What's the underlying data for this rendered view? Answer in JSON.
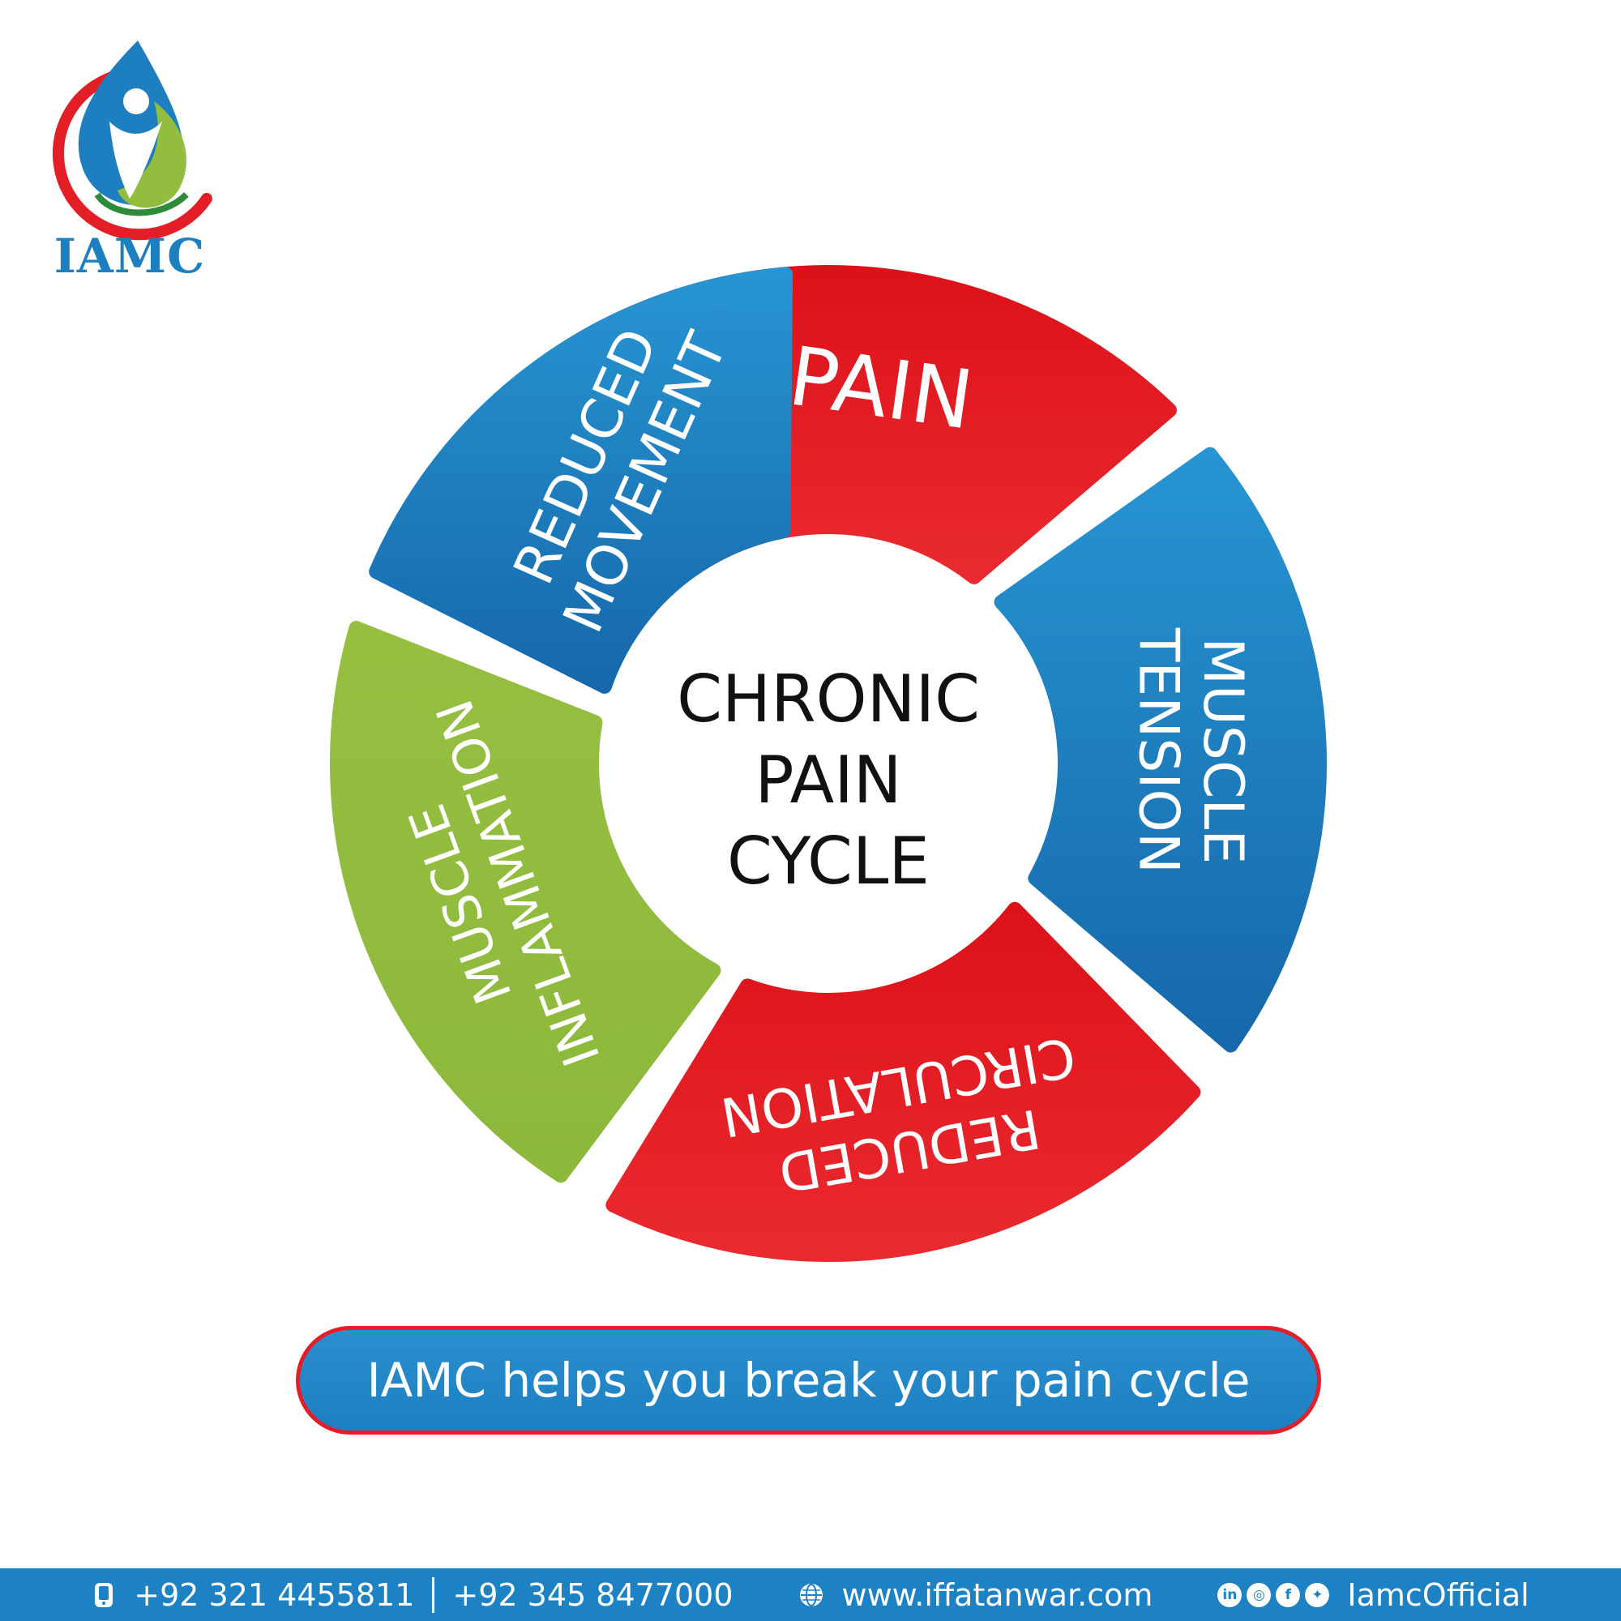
{
  "brand": {
    "name": "IAMC"
  },
  "diagram": {
    "center": [
      "CHRONIC",
      "PAIN",
      "CYCLE"
    ],
    "segments": [
      {
        "lines": [
          "PAIN"
        ],
        "color": "#e41e26"
      },
      {
        "lines": [
          "MUSCLE",
          "TENSION"
        ],
        "color": "#1d7fbf"
      },
      {
        "lines": [
          "REDUCED",
          "CIRCULATION"
        ],
        "color": "#e41e26"
      },
      {
        "lines": [
          "MUSCLE",
          "INFLAMMATION"
        ],
        "color": "#92bd3f"
      },
      {
        "lines": [
          "REDUCED",
          "MOVEMENT"
        ],
        "color": "#1d7fbf"
      }
    ]
  },
  "cta": {
    "text": "IAMC helps you break your pain cycle"
  },
  "footer": {
    "phone1": "+92 321 4455811",
    "phone2": "+92 345 8477000",
    "website": "www.iffatanwar.com",
    "social_handle": "IamcOfficial",
    "icons": [
      "phone-icon",
      "globe-icon",
      "linkedin-icon",
      "instagram-icon",
      "facebook-icon",
      "twitter-icon"
    ]
  },
  "colors": {
    "red": "#e41e26",
    "blue": "#1d7fbf",
    "green": "#92bd3f",
    "footer": "#1d82c4"
  }
}
